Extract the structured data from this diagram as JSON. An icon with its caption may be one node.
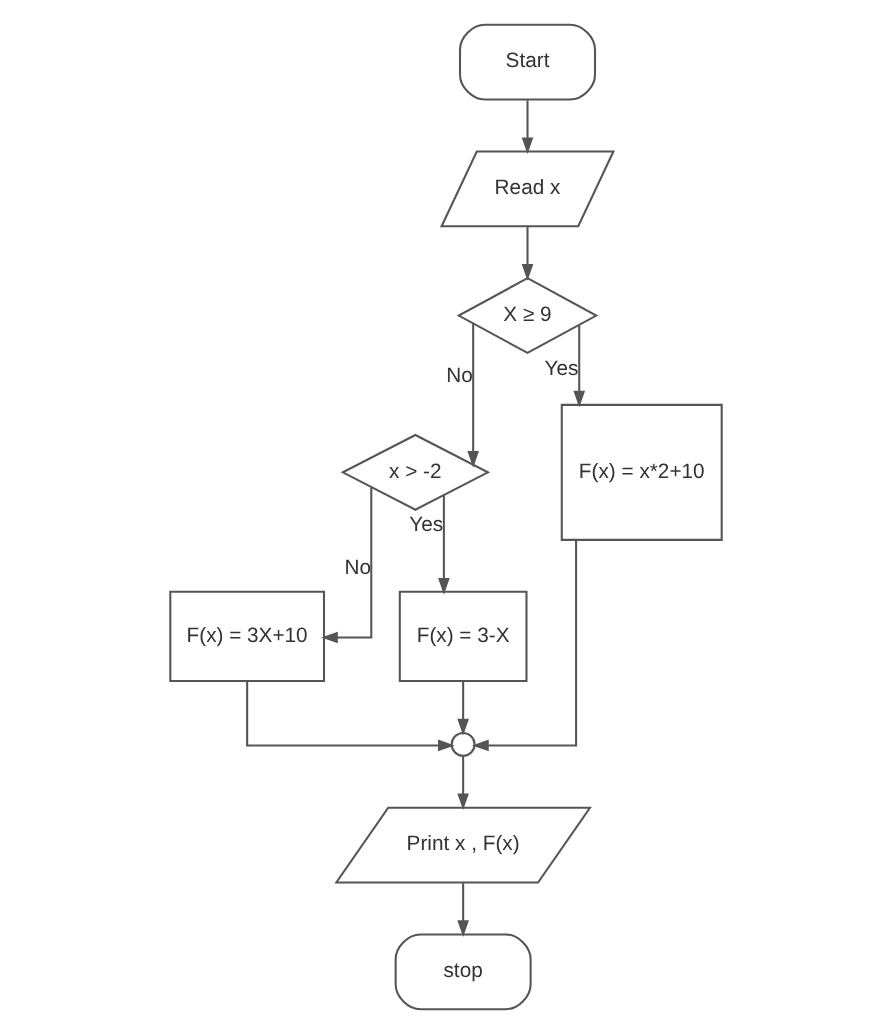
{
  "diagram": {
    "nodes": [
      {
        "text": [
          "Start"
        ]
      },
      {
        "text": [
          "Read x"
        ]
      },
      {
        "text": [
          "X ≥ 9"
        ]
      },
      {
        "text": [
          "x > -2"
        ]
      },
      {
        "text": [
          "F(x) = x*2+10"
        ]
      },
      {
        "text": [
          "F(x) = 3X+10"
        ]
      },
      {
        "text": [
          "F(x) = 3-X"
        ]
      },
      {
        "text": [],
        "shape": "circle"
      },
      {
        "text": [
          "Print x , F(x)"
        ]
      },
      {
        "text": [
          "stop"
        ]
      }
    ],
    "edges": [
      {
        "from": 0,
        "to": 1,
        "arrow": "to"
      },
      {
        "from": 1,
        "to": 2,
        "arrow": "to"
      },
      {
        "from": 2,
        "to": 3,
        "label": "No",
        "arrow": "to"
      },
      {
        "from": 2,
        "to": 4,
        "label": "Yes",
        "arrow": "to"
      },
      {
        "from": 3,
        "to": 6,
        "label": "Yes",
        "arrow": "to"
      },
      {
        "from": 3,
        "to": 5,
        "label": "No",
        "arrow": "to"
      },
      {
        "from": 5,
        "to": 7,
        "arrow": "to"
      },
      {
        "from": 6,
        "to": 7,
        "arrow": "to"
      },
      {
        "from": 4,
        "to": 7,
        "arrow": "to"
      },
      {
        "from": 7,
        "to": 8,
        "arrow": "to"
      },
      {
        "from": 8,
        "to": 9,
        "arrow": "to"
      }
    ]
  }
}
